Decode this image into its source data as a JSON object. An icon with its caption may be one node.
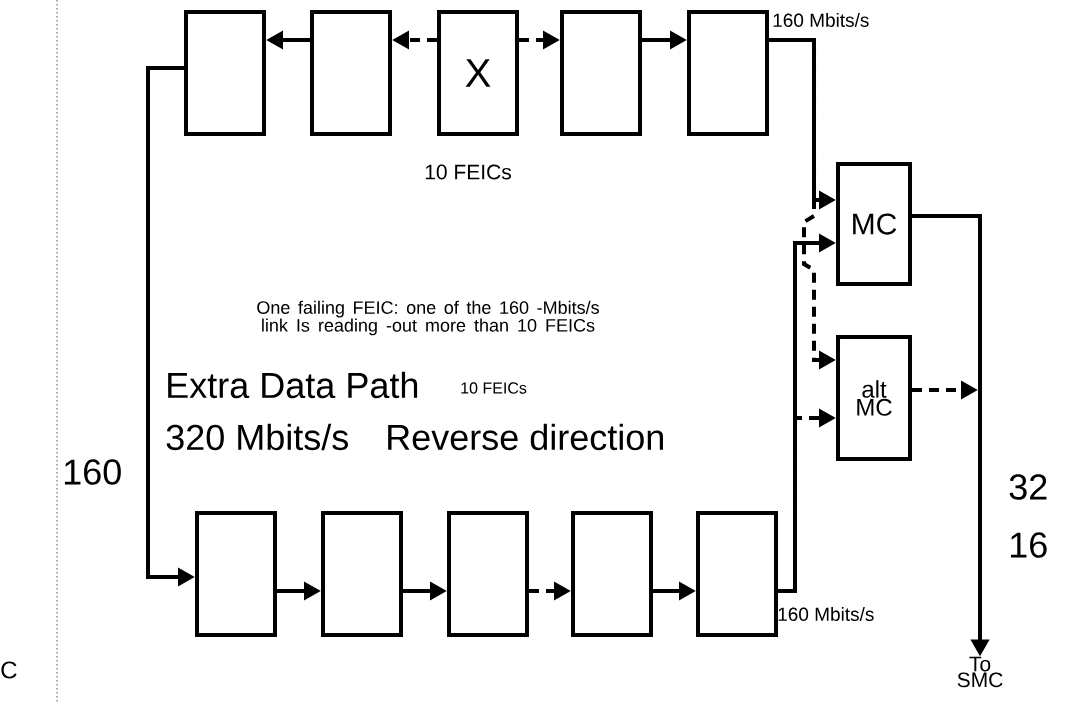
{
  "diagram": {
    "nodes": [
      {
        "text": [],
        "shape": "box"
      },
      {
        "text": [],
        "shape": "box"
      },
      {
        "text": [
          "X"
        ]
      },
      {
        "text": [],
        "shape": "box"
      },
      {
        "text": [],
        "shape": "box"
      },
      {
        "text": [
          "MC"
        ]
      },
      {
        "text": [
          "alt MC"
        ]
      },
      {
        "text": [],
        "shape": "box"
      },
      {
        "text": [],
        "shape": "box"
      },
      {
        "text": [],
        "shape": "box"
      },
      {
        "text": [],
        "shape": "box"
      },
      {
        "text": [],
        "shape": "box"
      },
      {
        "text": [
          "To SMC"
        ]
      }
    ],
    "edges": [
      {
        "from": 1,
        "to": 0,
        "arrow": "to"
      },
      {
        "from": 2,
        "to": 1,
        "arrow": "to",
        "style": "dashed"
      },
      {
        "from": 2,
        "to": 3,
        "arrow": "to",
        "style": "dashed"
      },
      {
        "from": 3,
        "to": 4,
        "arrow": "to"
      },
      {
        "from": 0,
        "to": 7,
        "arrow": "to"
      },
      {
        "from": 7,
        "to": 8,
        "arrow": "to"
      },
      {
        "from": 8,
        "to": 9,
        "arrow": "to"
      },
      {
        "from": 9,
        "to": 10,
        "arrow": "to",
        "style": "dashed"
      },
      {
        "from": 10,
        "to": 11,
        "arrow": "to"
      },
      {
        "from": 4,
        "to": 5,
        "arrow": "to"
      },
      {
        "from": 11,
        "to": 5,
        "arrow": "to"
      },
      {
        "from": 4,
        "to": 6,
        "arrow": "to",
        "style": "dashed"
      },
      {
        "from": 11,
        "to": 6,
        "arrow": "to",
        "style": "dashed"
      },
      {
        "from": 5,
        "to": 12,
        "arrow": "to"
      },
      {
        "from": 6,
        "to": null,
        "arrow": "to",
        "style": "dashed"
      }
    ],
    "labels": [
      "160 Mbits/s",
      "10 FEICs",
      "One failing FEIC: one of the 160 -Mbits/s link Is reading -out more than 10 FEICs",
      "Extra Data Path",
      "10 FEICs",
      "320 Mbits/s",
      "Reverse direction",
      "160",
      "160 Mbits/s",
      "32",
      "16",
      "C"
    ]
  }
}
